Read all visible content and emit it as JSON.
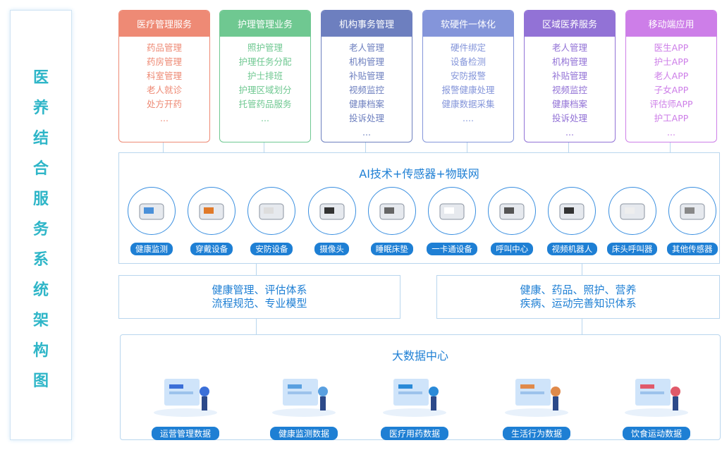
{
  "title_chars": [
    "医",
    "养",
    "结",
    "合",
    "服",
    "务",
    "系",
    "统",
    "架",
    "构",
    "图"
  ],
  "cards": [
    {
      "title": "医疗管理服务",
      "color": "#ee8a75",
      "items": [
        "药品管理",
        "药房管理",
        "科室管理",
        "老人就诊",
        "处方开药",
        "..."
      ]
    },
    {
      "title": "护理管理业务",
      "color": "#6fc891",
      "items": [
        "照护管理",
        "护理任务分配",
        "护士排班",
        "护理区域划分",
        "托管药品服务",
        "..."
      ]
    },
    {
      "title": "机构事务管理",
      "color": "#6d7fbf",
      "items": [
        "老人管理",
        "机构管理",
        "补贴管理",
        "视频监控",
        "健康档案",
        "投诉处理",
        "..."
      ]
    },
    {
      "title": "软硬件一体化",
      "color": "#8495da",
      "items": [
        "硬件绑定",
        "设备检测",
        "安防报警",
        "报警健康处理",
        "健康数据采集",
        "...."
      ]
    },
    {
      "title": "区域医养服务",
      "color": "#9272d6",
      "items": [
        "老人管理",
        "机构管理",
        "补贴管理",
        "视频监控",
        "健康档案",
        "投诉处理",
        "..."
      ]
    },
    {
      "title": "移动端应用",
      "color": "#cd7ee8",
      "items": [
        "医生APP",
        "护士APP",
        "老人APP",
        "子女APP",
        "评估师APP",
        "护工APP",
        "..."
      ]
    }
  ],
  "ai": {
    "title": "AI技术+传感器+物联网",
    "devices": [
      "健康监测",
      "穿戴设备",
      "安防设备",
      "摄像头",
      "睡眠床垫",
      "一卡通设备",
      "呼叫中心",
      "视频机器人",
      "床头呼叫器",
      "其他传感器"
    ]
  },
  "middle": {
    "left": [
      "健康管理、评估体系",
      "流程规范、专业模型"
    ],
    "right": [
      "健康、药品、照护、营养",
      "疾病、运动完善知识体系"
    ]
  },
  "bigdata": {
    "title": "大数据中心",
    "items": [
      "运营管理数据",
      "健康监测数据",
      "医疗用药数据",
      "生活行为数据",
      "饮食运动数据"
    ]
  }
}
